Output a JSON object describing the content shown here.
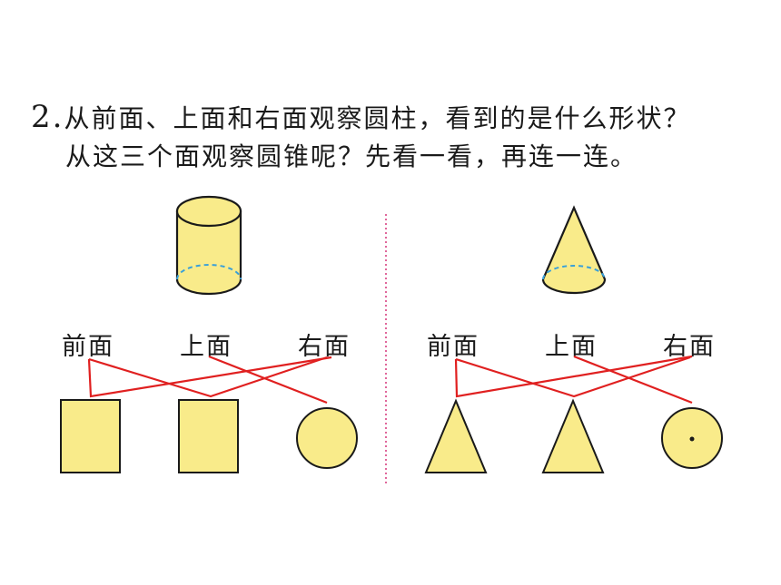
{
  "question": {
    "number": "2.",
    "line1": "从前面、上面和右面观察圆柱，看到的是什么形状？",
    "line2": "从这三个面观察圆锥呢？先看一看，再连一连。"
  },
  "left_group": {
    "labels": [
      "前面",
      "上面",
      "右面"
    ]
  },
  "right_group": {
    "labels": [
      "前面",
      "上面",
      "右面"
    ]
  },
  "colors": {
    "shape_fill": "#f9eb8a",
    "outline": "#1a1a1a",
    "answer_line": "#e02020",
    "divider": "#e0679b",
    "hidden_edge": "#3aa0d8"
  }
}
